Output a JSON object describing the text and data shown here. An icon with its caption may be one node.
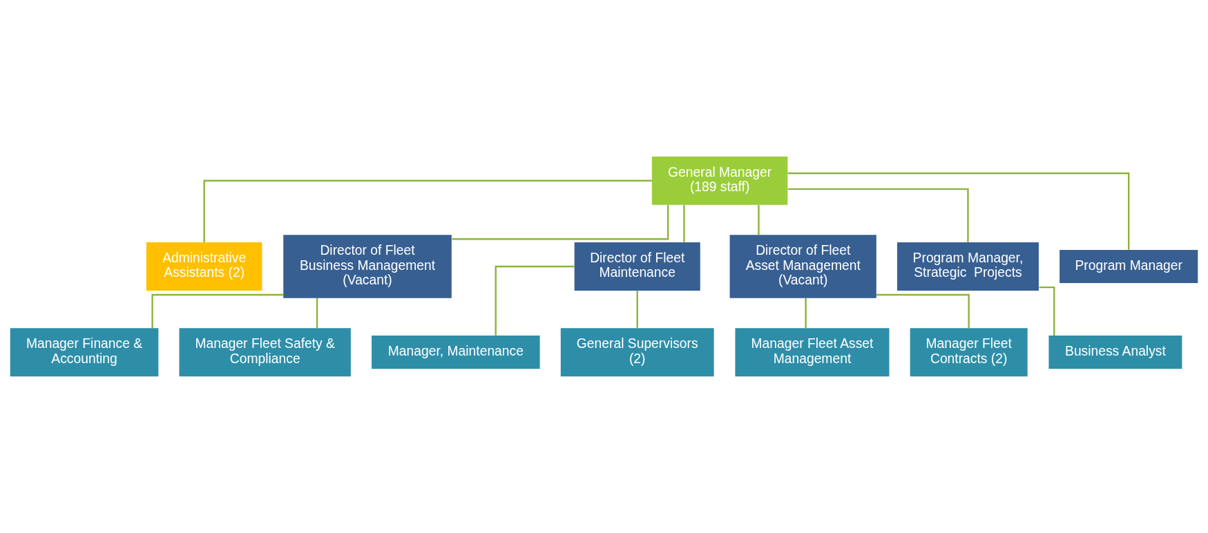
{
  "diagram": {
    "nodes": [
      {
        "text": [
          "General Manager",
          "(189 staff)"
        ]
      },
      {
        "text": [
          "Administrative Assistants (2)"
        ]
      },
      {
        "text": [
          "Director of Fleet Business Management (Vacant)"
        ]
      },
      {
        "text": [
          "Manager Finance & Accounting"
        ]
      },
      {
        "text": [
          "Manager Fleet Safety & Compliance"
        ]
      },
      {
        "text": [
          "Director of Fleet Maintenance"
        ]
      },
      {
        "text": [
          "Manager, Maintenance"
        ]
      },
      {
        "text": [
          "General Supervisors (2)"
        ]
      },
      {
        "text": [
          "Director of Fleet Asset Management (Vacant)"
        ]
      },
      {
        "text": [
          "Manager Fleet Asset Management"
        ]
      },
      {
        "text": [
          "Manager Fleet Contracts (2)"
        ]
      },
      {
        "text": [
          "Program Manager, Strategic  Projects"
        ]
      },
      {
        "text": [
          "Program Manager"
        ]
      },
      {
        "text": [
          "Business Analyst"
        ]
      }
    ],
    "edges": [
      {
        "from": 0,
        "to": 1,
        "arrow": "none"
      },
      {
        "from": 0,
        "to": 2,
        "arrow": "none"
      },
      {
        "from": 0,
        "to": 5,
        "arrow": "none"
      },
      {
        "from": 0,
        "to": 8,
        "arrow": "none"
      },
      {
        "from": 0,
        "to": 11,
        "arrow": "none"
      },
      {
        "from": 0,
        "to": 12,
        "arrow": "none"
      },
      {
        "from": 2,
        "to": 3,
        "arrow": "none"
      },
      {
        "from": 2,
        "to": 4,
        "arrow": "none"
      },
      {
        "from": 5,
        "to": 6,
        "arrow": "none"
      },
      {
        "from": 5,
        "to": 7,
        "arrow": "none"
      },
      {
        "from": 8,
        "to": 9,
        "arrow": "none"
      },
      {
        "from": 8,
        "to": 10,
        "arrow": "none"
      },
      {
        "from": 11,
        "to": 13,
        "arrow": "none"
      }
    ]
  }
}
